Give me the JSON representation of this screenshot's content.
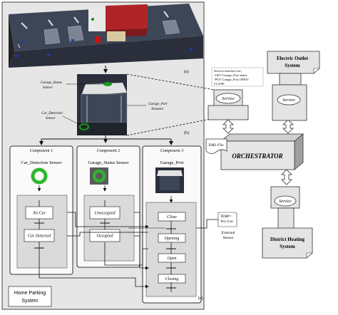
{
  "panel_a": {
    "label": "(a)"
  },
  "panel_b": {
    "label": "(b)",
    "garage_status_sensor": "Garage_Status\nSensor",
    "garage_port_actuator": "Garage_Port\nActuator",
    "car_detection_sensor": "Car_Detection\nSensor"
  },
  "service_interface": {
    "lines": [
      "Service interface for:",
      "-GET Garage_Port status",
      "-PUT Garage_Port OPEN/",
      "CLOSE"
    ]
  },
  "service_label": "Service",
  "orchestrator": "ORCHESTRATOR",
  "xml_file": "XML File",
  "electric_outlet": "Electric Outlet\nSystem",
  "district_heating": "District Heating\nSystem",
  "components": [
    {
      "title": "Component 1",
      "name": "Car_Detection Sensor",
      "states": [
        "No Car",
        "Car Detected"
      ]
    },
    {
      "title": "Component 2",
      "name": "Garage_Status Sensor",
      "states": [
        "Unoccupied",
        "Occupied"
      ]
    },
    {
      "title": "Component 3",
      "name": "Garage_Port",
      "states": [
        "Close",
        "Opening",
        "Open",
        "Closing"
      ]
    }
  ],
  "temp_note": "TEMP=\nVery Low",
  "external_sensor": "External\nSensor",
  "panel_c_label": "(c)",
  "home_parking": "Home Parking\nSystem"
}
